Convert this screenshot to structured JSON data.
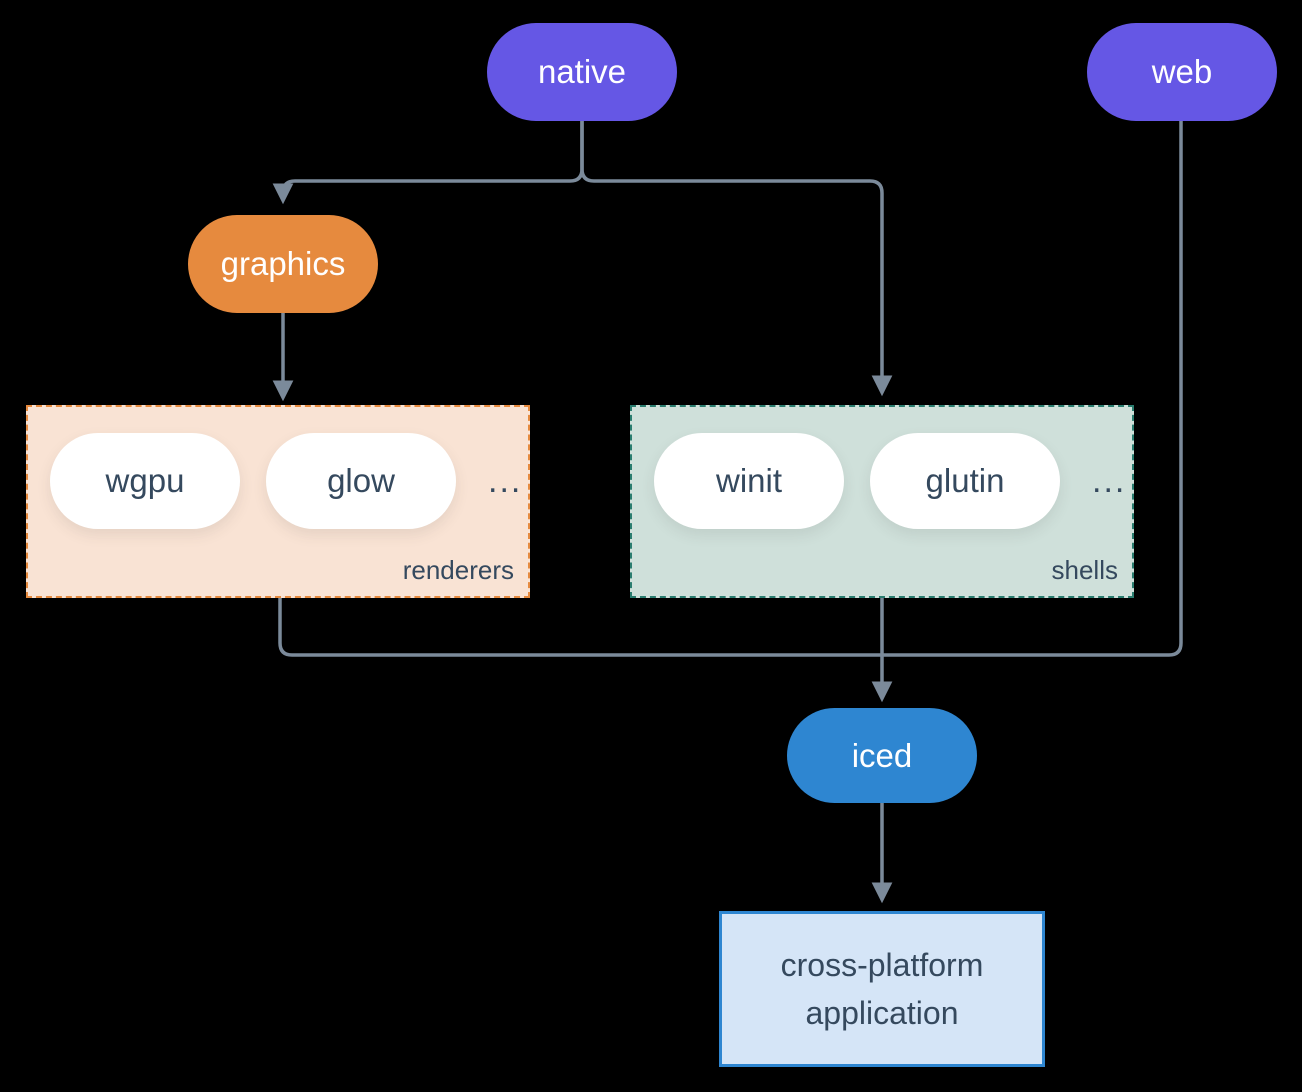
{
  "diagram": {
    "nodes": {
      "native": {
        "label": "native"
      },
      "web": {
        "label": "web"
      },
      "graphics": {
        "label": "graphics"
      },
      "iced": {
        "label": "iced"
      },
      "application": {
        "line1": "cross-platform",
        "line2": "application"
      }
    },
    "groups": {
      "renderers": {
        "label": "renderers",
        "items": [
          "wgpu",
          "glow"
        ],
        "more": "..."
      },
      "shells": {
        "label": "shells",
        "items": [
          "winit",
          "glutin"
        ],
        "more": "..."
      }
    },
    "edges": [
      {
        "from": "native",
        "to": "graphics"
      },
      {
        "from": "native",
        "to": "shells"
      },
      {
        "from": "graphics",
        "to": "renderers"
      },
      {
        "from": "renderers",
        "to": "iced"
      },
      {
        "from": "shells",
        "to": "iced"
      },
      {
        "from": "web",
        "to": "iced"
      },
      {
        "from": "iced",
        "to": "application"
      }
    ],
    "colors": {
      "background": "#000000",
      "violet": "#6557e5",
      "orange": "#e68a3e",
      "blue": "#2e86d1",
      "renderers_fill": "#f9e3d4",
      "renderers_border": "#e68a3e",
      "shells_fill": "#cfe0da",
      "shells_border": "#2a7d6f",
      "application_fill": "#d5e5f7",
      "application_border": "#2e86d1",
      "line": "#7b8a9a",
      "text_dark": "#35495e",
      "text_light": "#ffffff"
    }
  }
}
